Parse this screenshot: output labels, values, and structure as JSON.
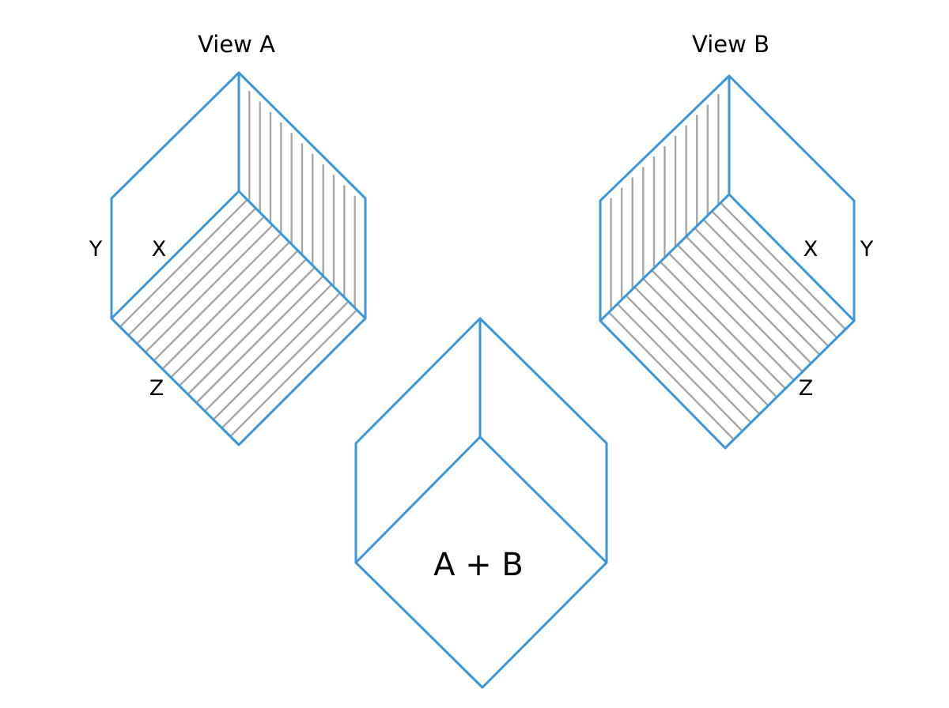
{
  "views": {
    "a": {
      "title": "View A",
      "y_label": "Y",
      "x_label": "X",
      "z_label": "Z"
    },
    "b": {
      "title": "View B",
      "y_label": "Y",
      "x_label": "X",
      "z_label": "Z"
    }
  },
  "combined": {
    "label": "A + B"
  },
  "colors": {
    "edge": "#3a97db",
    "hatch": "#a6a6a6",
    "text": "#000000"
  }
}
